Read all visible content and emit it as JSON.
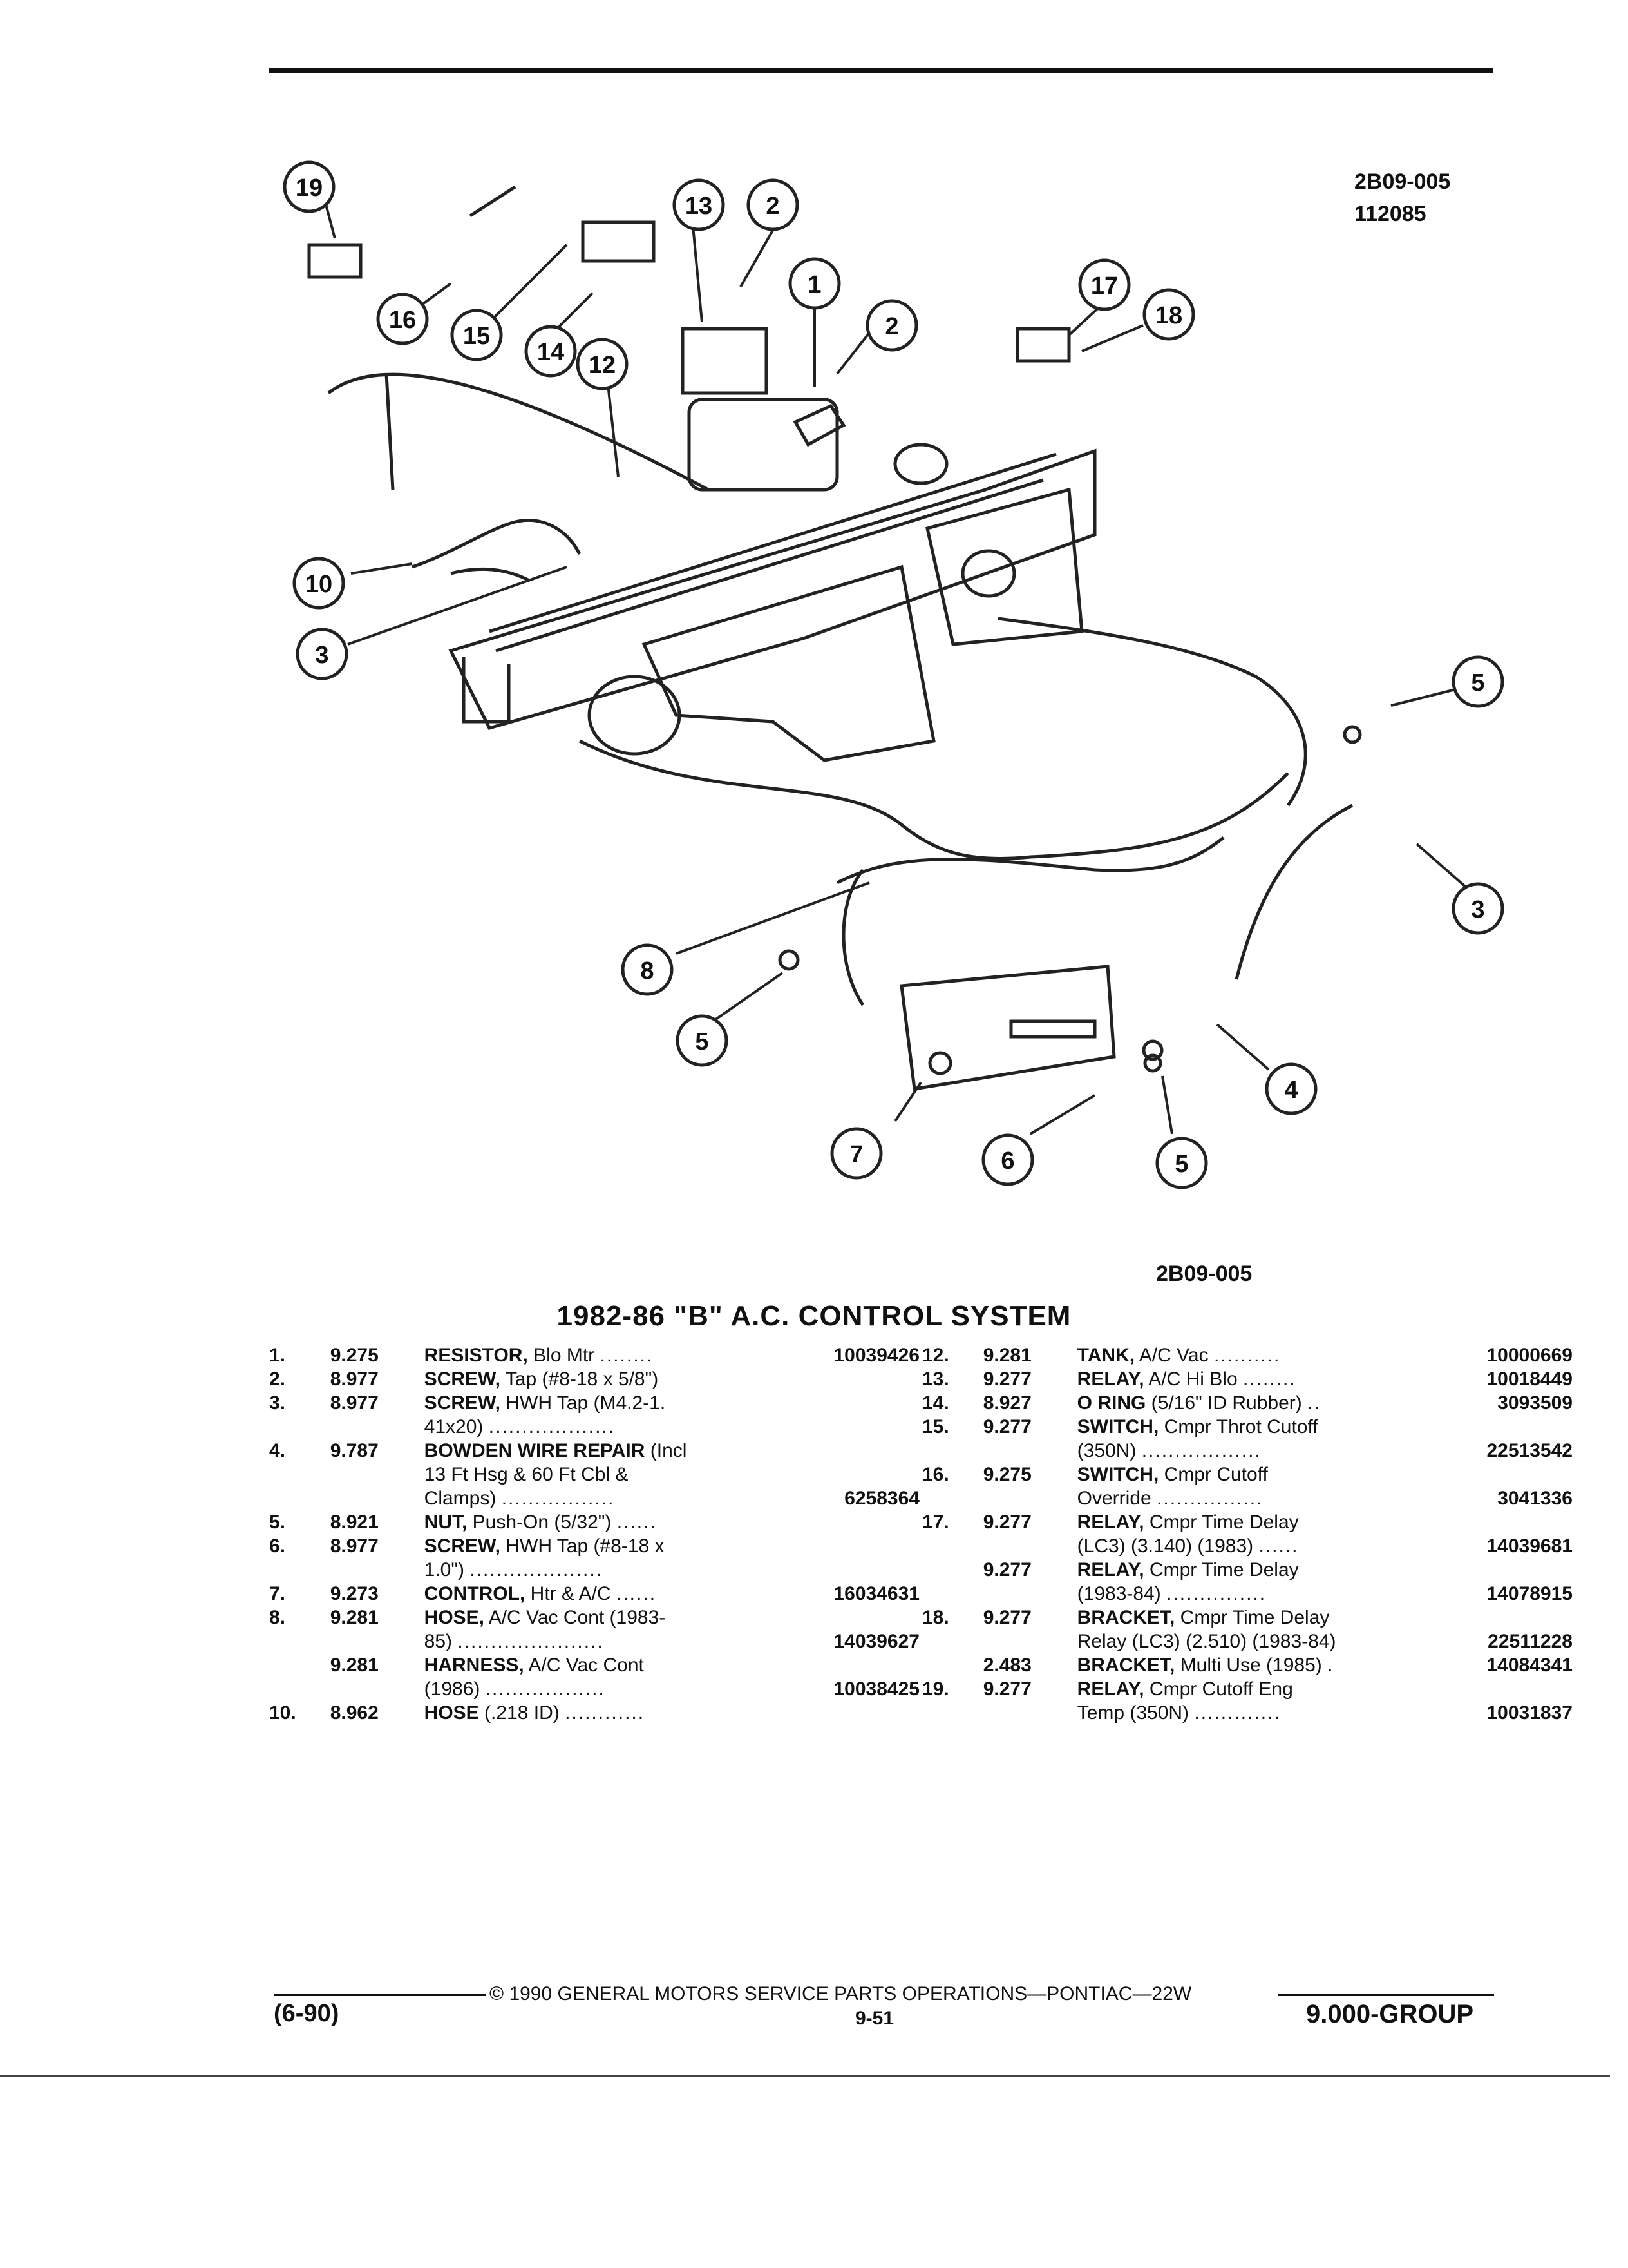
{
  "figure": {
    "code_top": "2B09-005",
    "date_code": "112085",
    "code_bottom": "2B09-005",
    "callouts": [
      "1",
      "2",
      "2",
      "3",
      "3",
      "4",
      "5",
      "5",
      "5",
      "6",
      "7",
      "8",
      "10",
      "12",
      "13",
      "14",
      "15",
      "16",
      "17",
      "18",
      "19"
    ]
  },
  "title": "1982-86 \"B\" A.C. CONTROL SYSTEM",
  "parts_left": [
    {
      "num": "1.",
      "group": "9.275",
      "name": "RESISTOR,",
      "desc": " Blo Mtr",
      "lead": "........",
      "part": "10039426"
    },
    {
      "num": "2.",
      "group": "8.977",
      "name": "SCREW,",
      "desc": " Tap (#8-18 x 5/8\")",
      "lead": "",
      "part": ""
    },
    {
      "num": "3.",
      "group": "8.977",
      "name": "SCREW,",
      "desc": " HWH Tap (M4.2-1.",
      "lead": "",
      "part": ""
    },
    {
      "num": "",
      "group": "",
      "name": "",
      "desc": "41x20)",
      "lead": "...................",
      "part": ""
    },
    {
      "num": "4.",
      "group": "9.787",
      "name": "BOWDEN WIRE REPAIR",
      "desc": " (Incl",
      "lead": "",
      "part": ""
    },
    {
      "num": "",
      "group": "",
      "name": "",
      "desc": "13 Ft Hsg & 60 Ft Cbl &",
      "lead": "",
      "part": ""
    },
    {
      "num": "",
      "group": "",
      "name": "",
      "desc": "Clamps)",
      "lead": ".................",
      "part": "6258364"
    },
    {
      "num": "5.",
      "group": "8.921",
      "name": "NUT,",
      "desc": " Push-On (5/32\")",
      "lead": "......",
      "part": ""
    },
    {
      "num": "6.",
      "group": "8.977",
      "name": "SCREW,",
      "desc": " HWH Tap (#8-18 x",
      "lead": "",
      "part": ""
    },
    {
      "num": "",
      "group": "",
      "name": "",
      "desc": "1.0\")",
      "lead": "....................",
      "part": ""
    },
    {
      "num": "7.",
      "group": "9.273",
      "name": "CONTROL,",
      "desc": " Htr & A/C",
      "lead": "......",
      "part": "16034631"
    },
    {
      "num": "8.",
      "group": "9.281",
      "name": "HOSE,",
      "desc": " A/C Vac Cont (1983-",
      "lead": "",
      "part": ""
    },
    {
      "num": "",
      "group": "",
      "name": "",
      "desc": "85)",
      "lead": "......................",
      "part": "14039627"
    },
    {
      "num": "",
      "group": "9.281",
      "name": "HARNESS,",
      "desc": " A/C Vac Cont",
      "lead": "",
      "part": ""
    },
    {
      "num": "",
      "group": "",
      "name": "",
      "desc": "(1986)",
      "lead": "..................",
      "part": "10038425"
    },
    {
      "num": "10.",
      "group": "8.962",
      "name": "HOSE",
      "desc": " (.218 ID)",
      "lead": "............",
      "part": ""
    }
  ],
  "parts_right": [
    {
      "num": "12.",
      "group": "9.281",
      "name": "TANK,",
      "desc": " A/C Vac",
      "lead": "..........",
      "part": "10000669"
    },
    {
      "num": "13.",
      "group": "9.277",
      "name": "RELAY,",
      "desc": " A/C Hi Blo",
      "lead": "........",
      "part": "10018449"
    },
    {
      "num": "14.",
      "group": "8.927",
      "name": "O RING",
      "desc": " (5/16\" ID Rubber)",
      "lead": "..",
      "part": "3093509"
    },
    {
      "num": "15.",
      "group": "9.277",
      "name": "SWITCH,",
      "desc": " Cmpr Throt Cutoff",
      "lead": "",
      "part": ""
    },
    {
      "num": "",
      "group": "",
      "name": "",
      "desc": "(350N)",
      "lead": "..................",
      "part": "22513542"
    },
    {
      "num": "16.",
      "group": "9.275",
      "name": "SWITCH,",
      "desc": " Cmpr Cutoff",
      "lead": "",
      "part": ""
    },
    {
      "num": "",
      "group": "",
      "name": "",
      "desc": "Override",
      "lead": "................",
      "part": "3041336"
    },
    {
      "num": "17.",
      "group": "9.277",
      "name": "RELAY,",
      "desc": " Cmpr Time Delay",
      "lead": "",
      "part": ""
    },
    {
      "num": "",
      "group": "",
      "name": "",
      "desc": "(LC3) (3.140) (1983)",
      "lead": "......",
      "part": "14039681"
    },
    {
      "num": "",
      "group": "9.277",
      "name": "RELAY,",
      "desc": " Cmpr Time Delay",
      "lead": "",
      "part": ""
    },
    {
      "num": "",
      "group": "",
      "name": "",
      "desc": "(1983-84)",
      "lead": "...............",
      "part": "14078915"
    },
    {
      "num": "18.",
      "group": "9.277",
      "name": "BRACKET,",
      "desc": " Cmpr Time Delay",
      "lead": "",
      "part": ""
    },
    {
      "num": "",
      "group": "",
      "name": "",
      "desc": "Relay (LC3) (2.510) (1983-84)",
      "lead": "",
      "part": "22511228"
    },
    {
      "num": "",
      "group": "2.483",
      "name": "BRACKET,",
      "desc": " Multi Use (1985)",
      "lead": ".",
      "part": "14084341"
    },
    {
      "num": "19.",
      "group": "9.277",
      "name": "RELAY,",
      "desc": " Cmpr Cutoff Eng",
      "lead": "",
      "part": ""
    },
    {
      "num": "",
      "group": "",
      "name": "",
      "desc": "Temp (350N)",
      "lead": ".............",
      "part": "10031837"
    }
  ],
  "footer": {
    "copyright": "© 1990 GENERAL MOTORS SERVICE PARTS OPERATIONS—PONTIAC—22W",
    "date": "(6-90)",
    "page": "9-51",
    "group": "9.000-GROUP"
  }
}
